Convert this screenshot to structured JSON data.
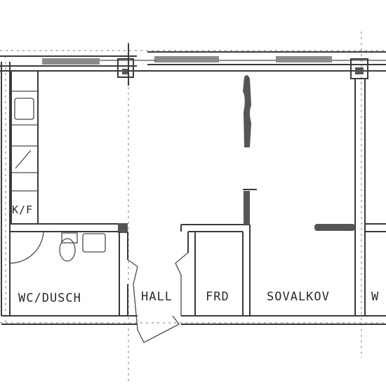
{
  "plan": {
    "rooms": [
      {
        "id": "wc",
        "label": "WC/DUSCH"
      },
      {
        "id": "hall",
        "label": "HALL"
      },
      {
        "id": "frd",
        "label": "FRD"
      },
      {
        "id": "sovalkov",
        "label": "SOVALKOV"
      },
      {
        "id": "cut",
        "label": "W"
      }
    ],
    "kitchen_label": "K/F"
  }
}
